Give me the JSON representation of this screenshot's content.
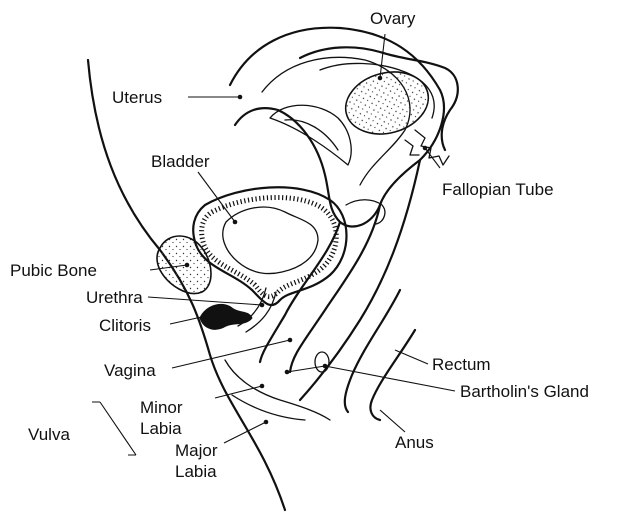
{
  "labels": {
    "ovary": "Ovary",
    "uterus": "Uterus",
    "fallopian_tube": "Fallopian Tube",
    "bladder": "Bladder",
    "pubic_bone": "Pubic Bone",
    "urethra": "Urethra",
    "clitoris": "Clitoris",
    "vagina": "Vagina",
    "rectum": "Rectum",
    "bartholins_gland": "Bartholin's Gland",
    "minor_labia_line1": "Minor",
    "minor_labia_line2": "Labia",
    "vulva": "Vulva",
    "anus": "Anus",
    "major_labia_line1": "Major",
    "major_labia_line2": "Labia"
  },
  "colors": {
    "ink": "#111111",
    "paper": "#ffffff"
  }
}
